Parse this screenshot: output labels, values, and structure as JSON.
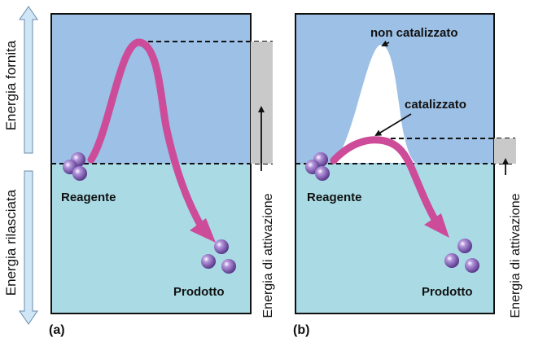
{
  "colors": {
    "upper_region": "#9cc0e6",
    "lower_region": "#aadbe5",
    "curve": "#cc4c9a",
    "molecule": "#8a63b8",
    "activation_bar": "#c9c9c9",
    "side_arrow": "#cfe6f7",
    "text": "#111111",
    "uncatalyzed_peak": "#ffffff"
  },
  "left_axis": {
    "top_label": "Energia fornita",
    "bottom_label": "Energia rilasciata"
  },
  "panels": [
    {
      "id": "a",
      "letter": "(a)",
      "reactant_label": "Reagente",
      "product_label": "Prodotto",
      "activation_label": "Energia di attivazione"
    },
    {
      "id": "b",
      "letter": "(b)",
      "reactant_label": "Reagente",
      "product_label": "Prodotto",
      "activation_label": "Energia di attivazione",
      "uncatalyzed_label": "non catalizzato",
      "catalyzed_label": "catalizzato"
    }
  ]
}
